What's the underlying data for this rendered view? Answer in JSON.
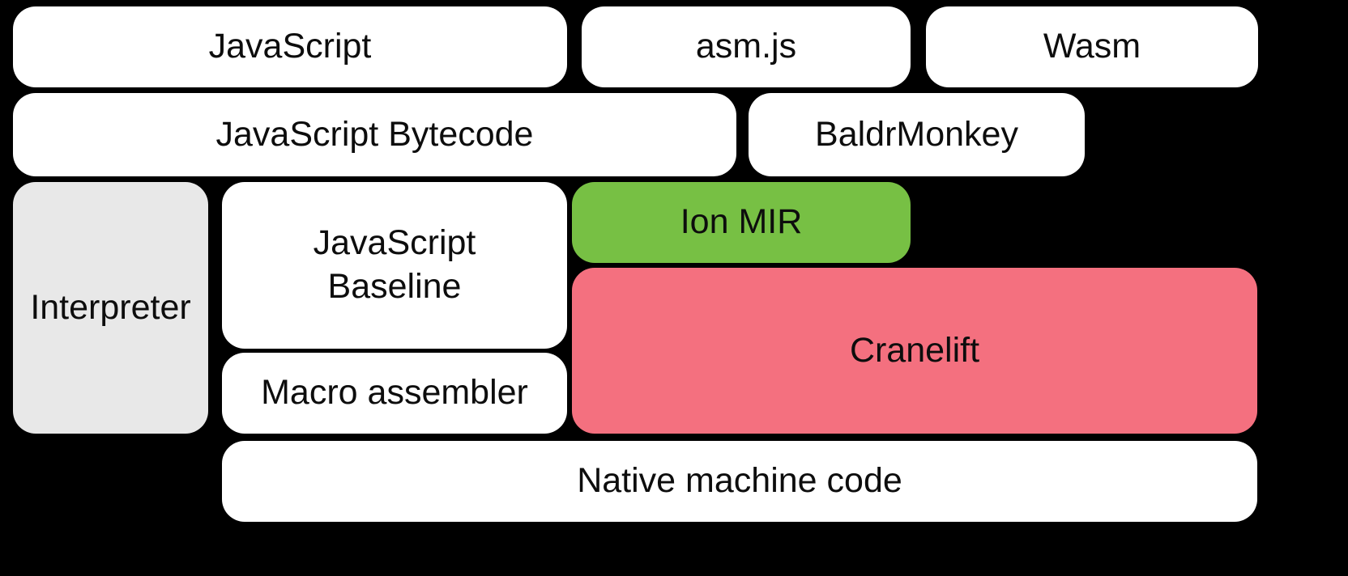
{
  "diagram": {
    "background_color": "#000000",
    "text_color": "#0d0d0d",
    "nodes": {
      "javascript": {
        "label": "JavaScript",
        "fill": "#ffffff"
      },
      "asmjs": {
        "label": "asm.js",
        "fill": "#ffffff"
      },
      "wasm": {
        "label": "Wasm",
        "fill": "#ffffff"
      },
      "js_bytecode": {
        "label": "JavaScript Bytecode",
        "fill": "#ffffff"
      },
      "baldrmonkey": {
        "label": "BaldrMonkey",
        "fill": "#ffffff"
      },
      "interpreter": {
        "label": "Interpreter",
        "fill": "#e8e8e8"
      },
      "js_baseline": {
        "label": "JavaScript Baseline",
        "fill": "#ffffff"
      },
      "ion_mir": {
        "label": "Ion MIR",
        "fill": "#77c044"
      },
      "cranelift": {
        "label": "Cranelift",
        "fill": "#f4707f"
      },
      "macro_assembler": {
        "label": "Macro assembler",
        "fill": "#ffffff"
      },
      "native_machine_code": {
        "label": "Native machine code",
        "fill": "#ffffff"
      }
    }
  }
}
